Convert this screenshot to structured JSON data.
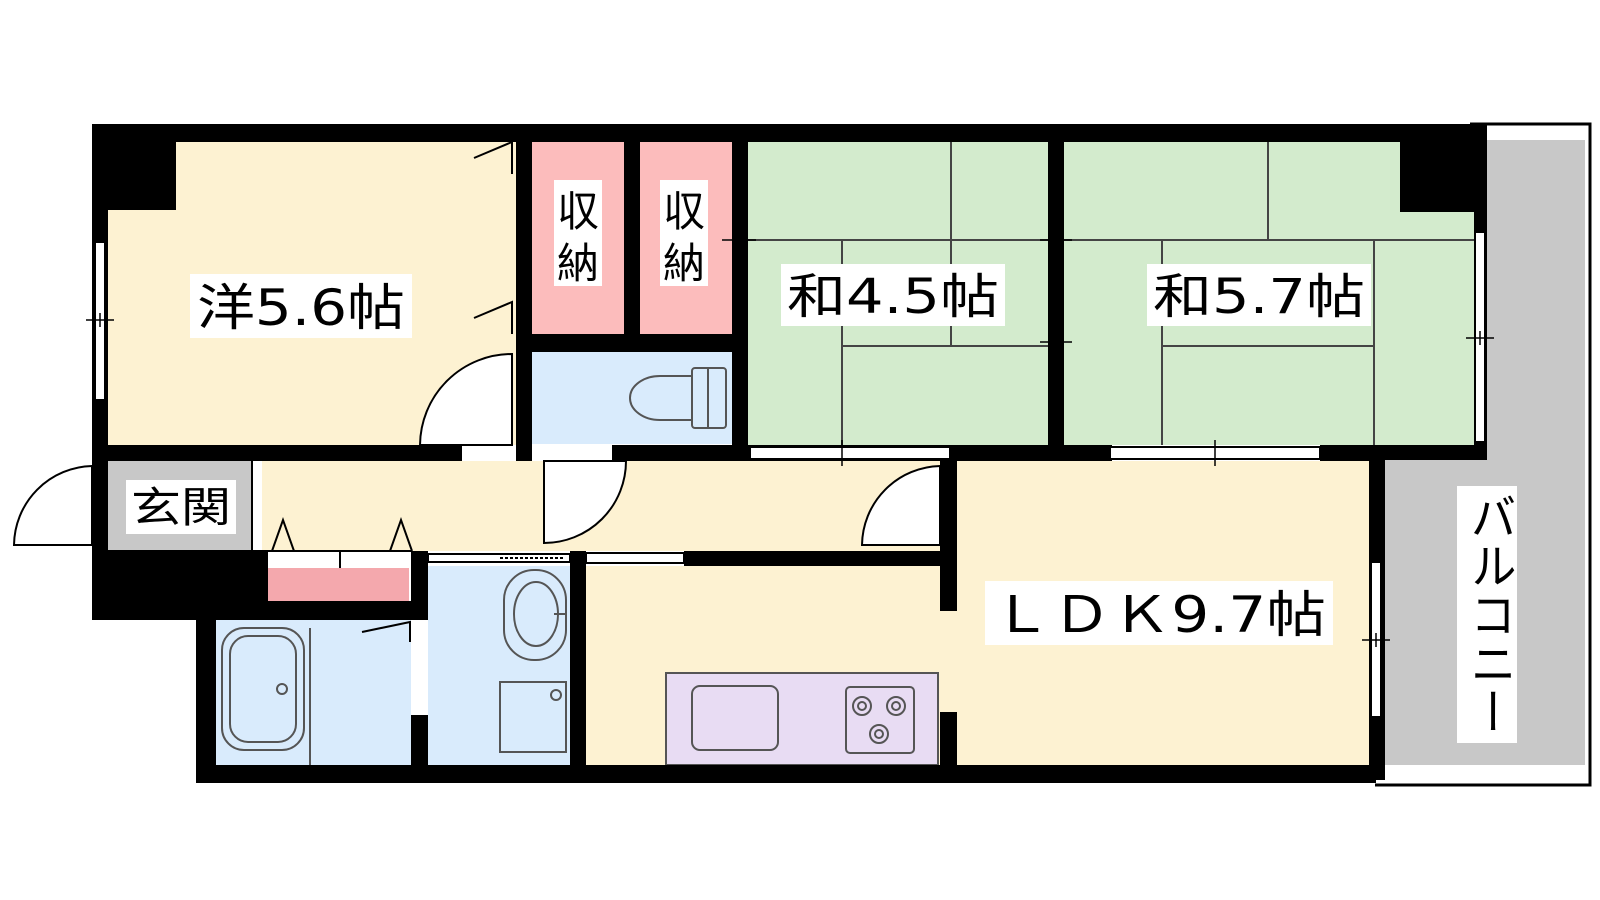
{
  "rooms": {
    "western": {
      "label": "洋5.6帖"
    },
    "closet1": {
      "line1": "収",
      "line2": "納"
    },
    "closet2": {
      "line1": "収",
      "line2": "納"
    },
    "japanese1": {
      "label": "和4.5帖"
    },
    "japanese2": {
      "label": "和5.7帖"
    },
    "entrance": {
      "label": "玄関"
    },
    "ldk": {
      "label": "ＬＤＫ9.7帖"
    },
    "balcony": {
      "label": "バルコニー"
    }
  },
  "colors": {
    "wall": "#000000",
    "western_floor": "#fdf2d2",
    "closet": "#fcbcbc",
    "tatami": "#d3ebcd",
    "wet_area": "#d9ebfc",
    "entrance": "#c8c8c8",
    "balcony": "#c8c8c8",
    "kitchen": "#e8dcf3",
    "shoe_storage": "#f4a8ad"
  }
}
